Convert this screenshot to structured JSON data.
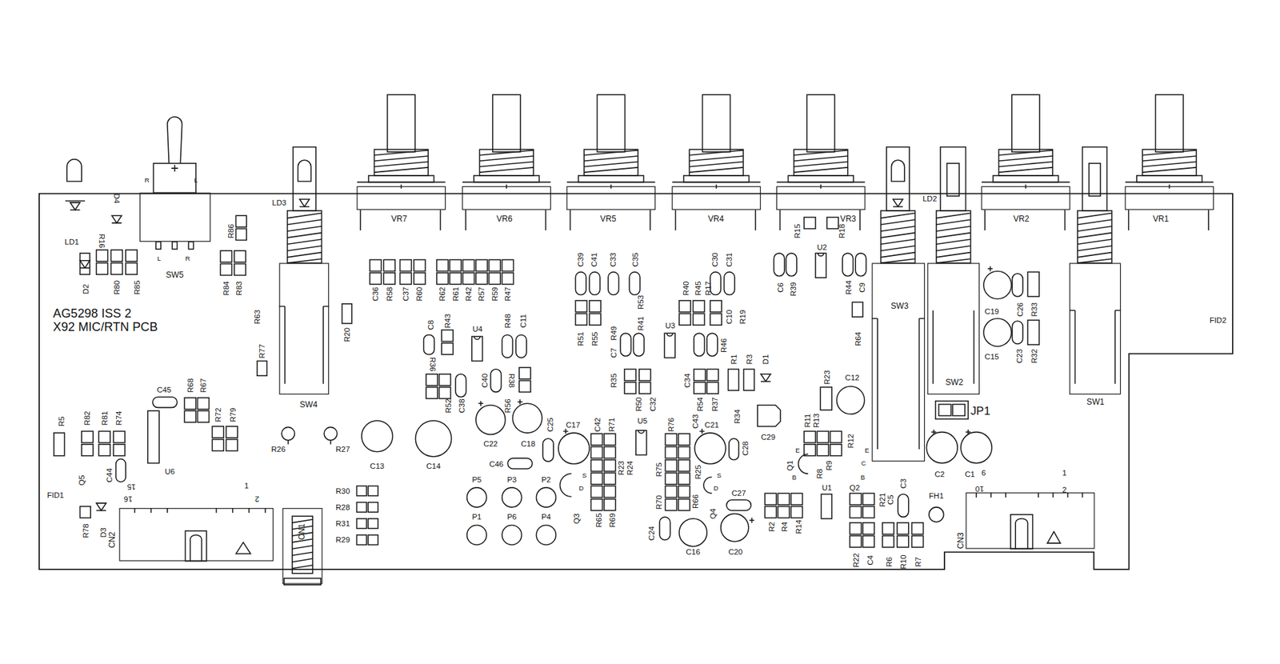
{
  "diagram": {
    "nodes": [
      {
        "text": [
          "SW5"
        ]
      },
      {
        "text": [
          "VR7"
        ]
      },
      {
        "text": [
          "VR6"
        ]
      },
      {
        "text": [
          "VR5"
        ]
      },
      {
        "text": [
          "VR4"
        ]
      },
      {
        "text": [
          "VR3"
        ]
      },
      {
        "text": [
          "VR2"
        ]
      },
      {
        "text": [
          "VR1"
        ]
      },
      {
        "text": [
          "SW4"
        ]
      },
      {
        "text": [
          "SW3"
        ]
      },
      {
        "text": [
          "SW2"
        ]
      },
      {
        "text": [
          "SW1"
        ]
      },
      {
        "text": [
          "CN2"
        ]
      },
      {
        "text": [
          "CN1"
        ]
      },
      {
        "text": [
          "CN3"
        ]
      }
    ],
    "labels": [
      "LD1",
      "D4",
      "R16",
      "D2",
      "R80",
      "R85",
      "R",
      "L",
      "L",
      "R",
      "R86",
      "R84",
      "R83",
      "LD3",
      "R15",
      "R18",
      "U2",
      "LD2",
      "C36",
      "R58",
      "C37",
      "R60",
      "R62",
      "R61",
      "R42",
      "R57",
      "R59",
      "R47",
      "C39",
      "C41",
      "C33",
      "C35",
      "C30",
      "C31",
      "C6",
      "R39",
      "R44",
      "C9",
      "AG5298 ISS 2",
      "X92 MIC/RTN PCB",
      "R63",
      "R20",
      "R77",
      "C8",
      "R43",
      "U4",
      "R48",
      "C11",
      "R36",
      "C40",
      "R38",
      "R52",
      "C38",
      "R56",
      "C22",
      "C18",
      "R51",
      "R55",
      "R49",
      "C7",
      "R41",
      "R53",
      "R40",
      "R45",
      "R17",
      "C10",
      "R19",
      "U3",
      "R46",
      "R1",
      "R3",
      "D1",
      "R35",
      "R50",
      "C32",
      "C34",
      "R54",
      "R37",
      "R34",
      "C29",
      "C19",
      "C26",
      "R33",
      "C15",
      "C23",
      "R32",
      "FID2",
      "R64",
      "R23",
      "C12",
      "JP1",
      "C45",
      "R68",
      "R67",
      "R72",
      "R79",
      "R5",
      "R82",
      "R81",
      "R74",
      "U6",
      "R26",
      "R27",
      "C13",
      "C14",
      "C25",
      "C17",
      "C42",
      "R71",
      "U5",
      "R76",
      "C43",
      "C21",
      "C28",
      "R11",
      "R13",
      "R12",
      "C46",
      "R23",
      "R24",
      "R75",
      "R25",
      "Q1",
      "E",
      "B",
      "R8",
      "R9",
      "E",
      "C",
      "B",
      "C2",
      "C1",
      "9",
      "1",
      "10",
      "2",
      "Q5",
      "C44",
      "15",
      "16",
      "1",
      "2",
      "FID1",
      "R30",
      "R28",
      "R31",
      "R29",
      "P5",
      "P3",
      "P2",
      "P1",
      "P6",
      "P4",
      "C27",
      "R70",
      "R66",
      "Q3",
      "S",
      "D",
      "Q4",
      "S",
      "D",
      "R65",
      "R69",
      "R2",
      "R4",
      "R14",
      "U1",
      "Q2",
      "R21",
      "C5",
      "C3",
      "FH1",
      "C24",
      "C16",
      "C20",
      "R78",
      "D3",
      "R22",
      "C4",
      "R6",
      "R10",
      "R7"
    ]
  }
}
